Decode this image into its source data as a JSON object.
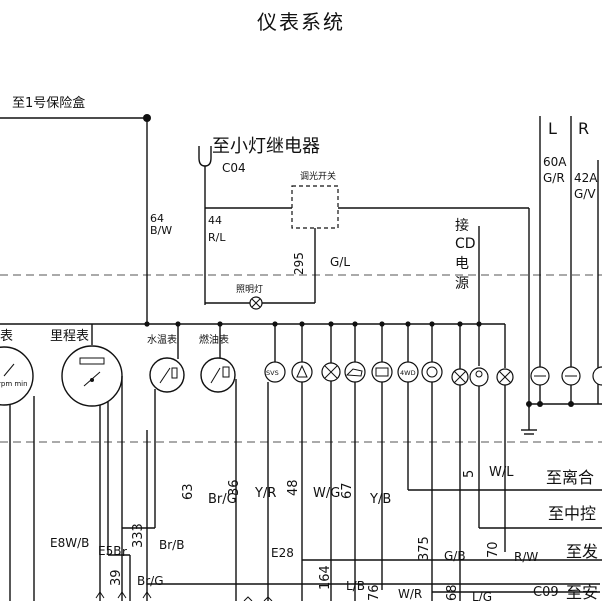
{
  "title": "仪表系统",
  "labels": {
    "fuse_box": "至1号保险盒",
    "lamp_relay": "至小灯继电器",
    "connector_c04": "C04",
    "dimmer_switch": "调光开关",
    "illumination_lamp": "照明灯",
    "to_cd_power": [
      "接",
      "CD",
      "电",
      "源"
    ],
    "tachometer_partial": "表",
    "tachometer_unit": "rpm  min",
    "odometer": "里程表",
    "water_temp": "水温表",
    "fuel_gauge": "燃油表",
    "svs": "SVS",
    "fourwd": "4WD",
    "to_clutch": "至离合",
    "to_center": "至中控",
    "to_engine": "至发",
    "to_safety": "至安",
    "connector_c09": "C09",
    "L": "L",
    "R": "R"
  },
  "wires": {
    "w64": "64",
    "w64c": "B/W",
    "w44": "44",
    "w44c": "R/L",
    "w295": "295",
    "w295c": "G/L",
    "w60": "60A",
    "w60c": "G/R",
    "w42": "42A",
    "w42c": "G/V",
    "w63": "63",
    "w36": "36",
    "wBrG": "Br/G",
    "wYR": "Y/R",
    "w48": "48",
    "wWG": "W/G",
    "w67": "67",
    "wYB": "Y/B",
    "w5": "5",
    "wWL": "W/L",
    "wE8": "E8W/B",
    "wE5": "E5B",
    "wE5r": "r",
    "w333": "333",
    "wBrB": "Br/B",
    "wE28": "E28",
    "w375": "375",
    "wGB": "G/B",
    "w70": "70",
    "wRW": "R/W",
    "w39": "39",
    "wBrG2": "Br/G",
    "w164": "164",
    "wLB": "L/B",
    "w76": "76",
    "wWR": "W/R",
    "w68": "68",
    "wLG": "L/G"
  }
}
